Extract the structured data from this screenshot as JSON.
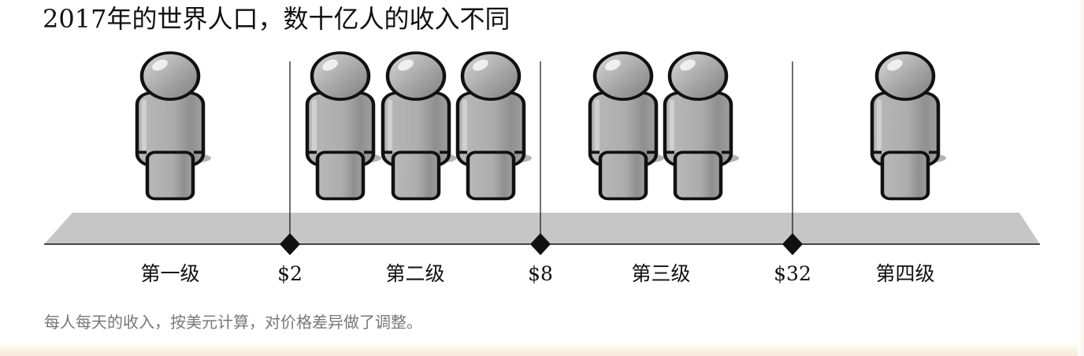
{
  "title": "2017年的世界人口，数十亿人的收入不同",
  "levels": [
    {
      "label": "第一级",
      "people": 1
    },
    {
      "label": "第二级",
      "people": 3
    },
    {
      "label": "第三级",
      "people": 2
    },
    {
      "label": "第四级",
      "people": 1
    }
  ],
  "boundaries": [
    "$2",
    "$8",
    "$32"
  ],
  "caption": "每人每天的收入，按美元计算，对价格差异做了调整。",
  "colors": {
    "figure_fill": "#a9a9a9",
    "figure_outline": "#111111",
    "platform": "#c6c6c6",
    "divider": "#111111",
    "caption_text": "#777777"
  }
}
